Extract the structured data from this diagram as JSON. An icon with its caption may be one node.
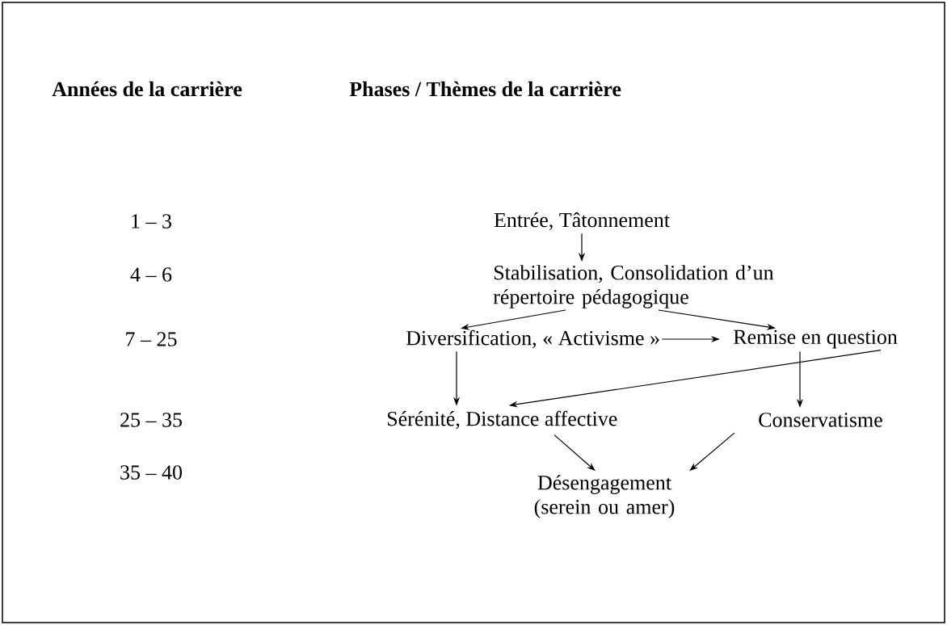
{
  "diagram": {
    "nodes": [
      {
        "text": [
          "Entrée, Tâtonnement"
        ]
      },
      {
        "text": [
          "Stabilisation, Consolidation d’un répertoire pédagogique"
        ]
      },
      {
        "text": [
          "Diversification, « Activisme »"
        ]
      },
      {
        "text": [
          "Remise en question"
        ]
      },
      {
        "text": [
          "Sérénité, Distance affective"
        ]
      },
      {
        "text": [
          "Conservatisme"
        ]
      },
      {
        "text": [
          "Désengagement (serein ou amer)"
        ]
      }
    ],
    "edges": [
      {
        "from": 0,
        "to": 1,
        "arrow": "to"
      },
      {
        "from": 1,
        "to": 2,
        "arrow": "to"
      },
      {
        "from": 1,
        "to": 3,
        "arrow": "to"
      },
      {
        "from": 2,
        "to": 3,
        "arrow": "to"
      },
      {
        "from": 2,
        "to": 4,
        "arrow": "to"
      },
      {
        "from": 3,
        "to": 4,
        "arrow": "to"
      },
      {
        "from": 3,
        "to": 5,
        "arrow": "to"
      },
      {
        "from": 4,
        "to": 6,
        "arrow": "to"
      },
      {
        "from": 5,
        "to": 6,
        "arrow": "to"
      }
    ],
    "labels": [
      "Années de la carrière",
      "Phases / Thèmes de la carrière",
      "1 – 3",
      "4 – 6",
      "7 – 25",
      "25 – 35",
      "35 – 40"
    ]
  }
}
